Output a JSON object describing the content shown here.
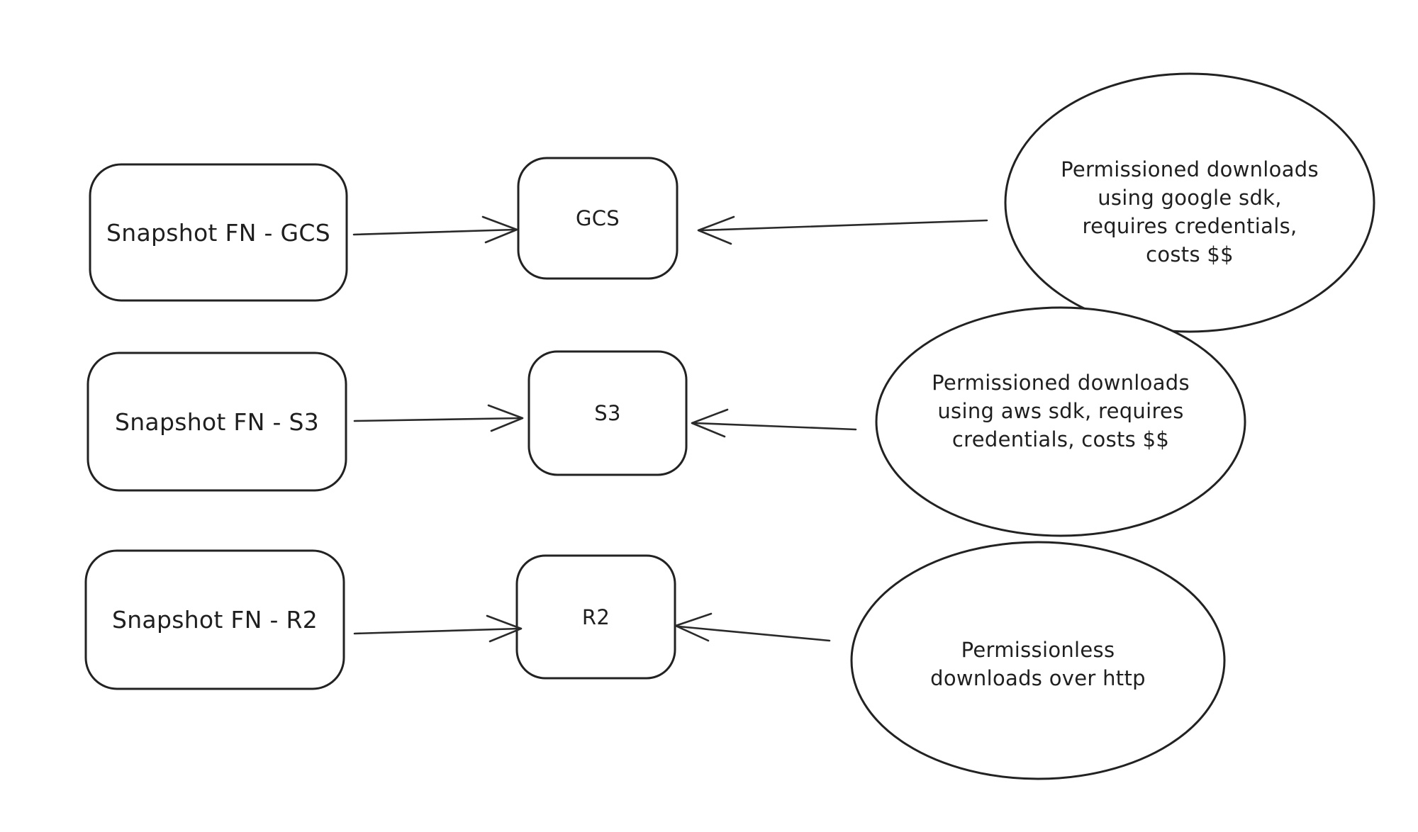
{
  "canvas": {
    "background": "#ffffff",
    "stroke_color": "#222222",
    "text_color": "#1f1f1f"
  },
  "diagram": {
    "rows": [
      {
        "id": "gcs",
        "source_label": "Snapshot FN - GCS",
        "target_label": "GCS",
        "note_lines": [
          "Permissioned downloads",
          "using google sdk,",
          "requires credentials,",
          "costs $$"
        ]
      },
      {
        "id": "s3",
        "source_label": "Snapshot FN - S3",
        "target_label": "S3",
        "note_lines": [
          "Permissioned downloads",
          "using aws sdk, requires",
          "credentials, costs $$"
        ]
      },
      {
        "id": "r2",
        "source_label": "Snapshot FN - R2",
        "target_label": "R2",
        "note_lines": [
          "Permissionless",
          "downloads over http"
        ]
      }
    ],
    "edges": [
      {
        "from": "snapshot-fn-gcs",
        "to": "gcs"
      },
      {
        "from": "note-gcs",
        "to": "gcs"
      },
      {
        "from": "snapshot-fn-s3",
        "to": "s3"
      },
      {
        "from": "note-s3",
        "to": "s3"
      },
      {
        "from": "snapshot-fn-r2",
        "to": "r2"
      },
      {
        "from": "note-r2",
        "to": "r2"
      }
    ]
  }
}
